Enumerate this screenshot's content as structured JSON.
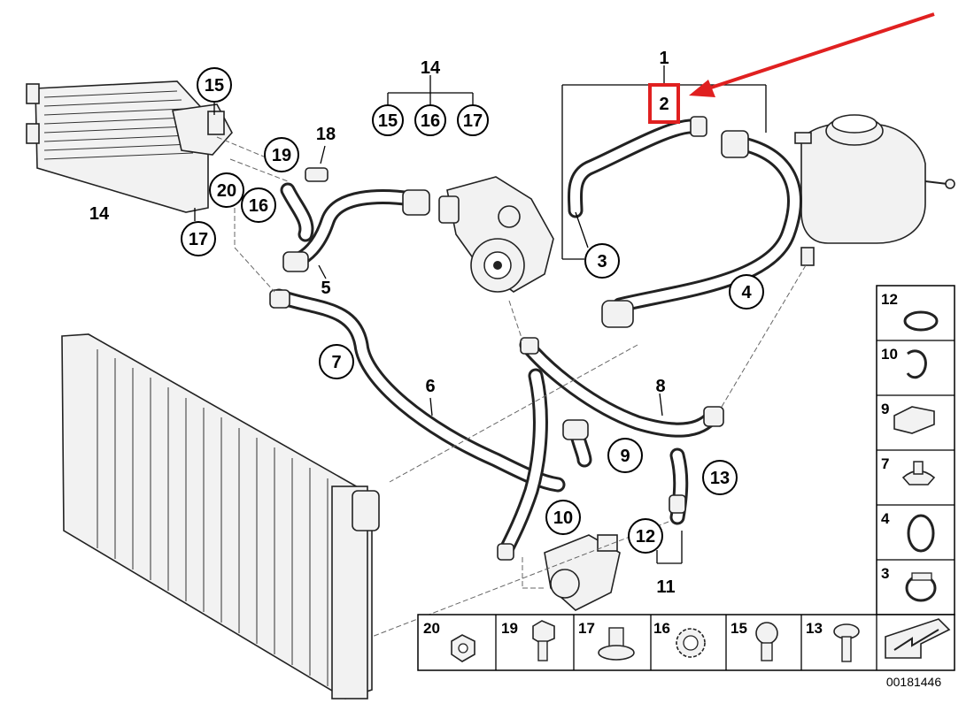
{
  "callouts": {
    "c14_top": "14",
    "c15_top": "15",
    "c16_top": "16",
    "c17_top": "17",
    "c1": "1",
    "c2": "2",
    "c15_left": "15",
    "c18": "18",
    "c19": "19",
    "c20": "20",
    "c16_left": "16",
    "c14_left": "14",
    "c17_left": "17",
    "c5": "5",
    "c3": "3",
    "c4": "4",
    "c7": "7",
    "c6": "6",
    "c8": "8",
    "c9": "9",
    "c10": "10",
    "c13": "13",
    "c12": "12",
    "c11": "11"
  },
  "legend_right": [
    "12",
    "10",
    "9",
    "7",
    "4",
    "3"
  ],
  "legend_bottom": [
    "20",
    "19",
    "17",
    "16",
    "15",
    "13"
  ],
  "document_id": "00181446",
  "colors": {
    "highlight": "#e02020",
    "line": "#000000"
  }
}
